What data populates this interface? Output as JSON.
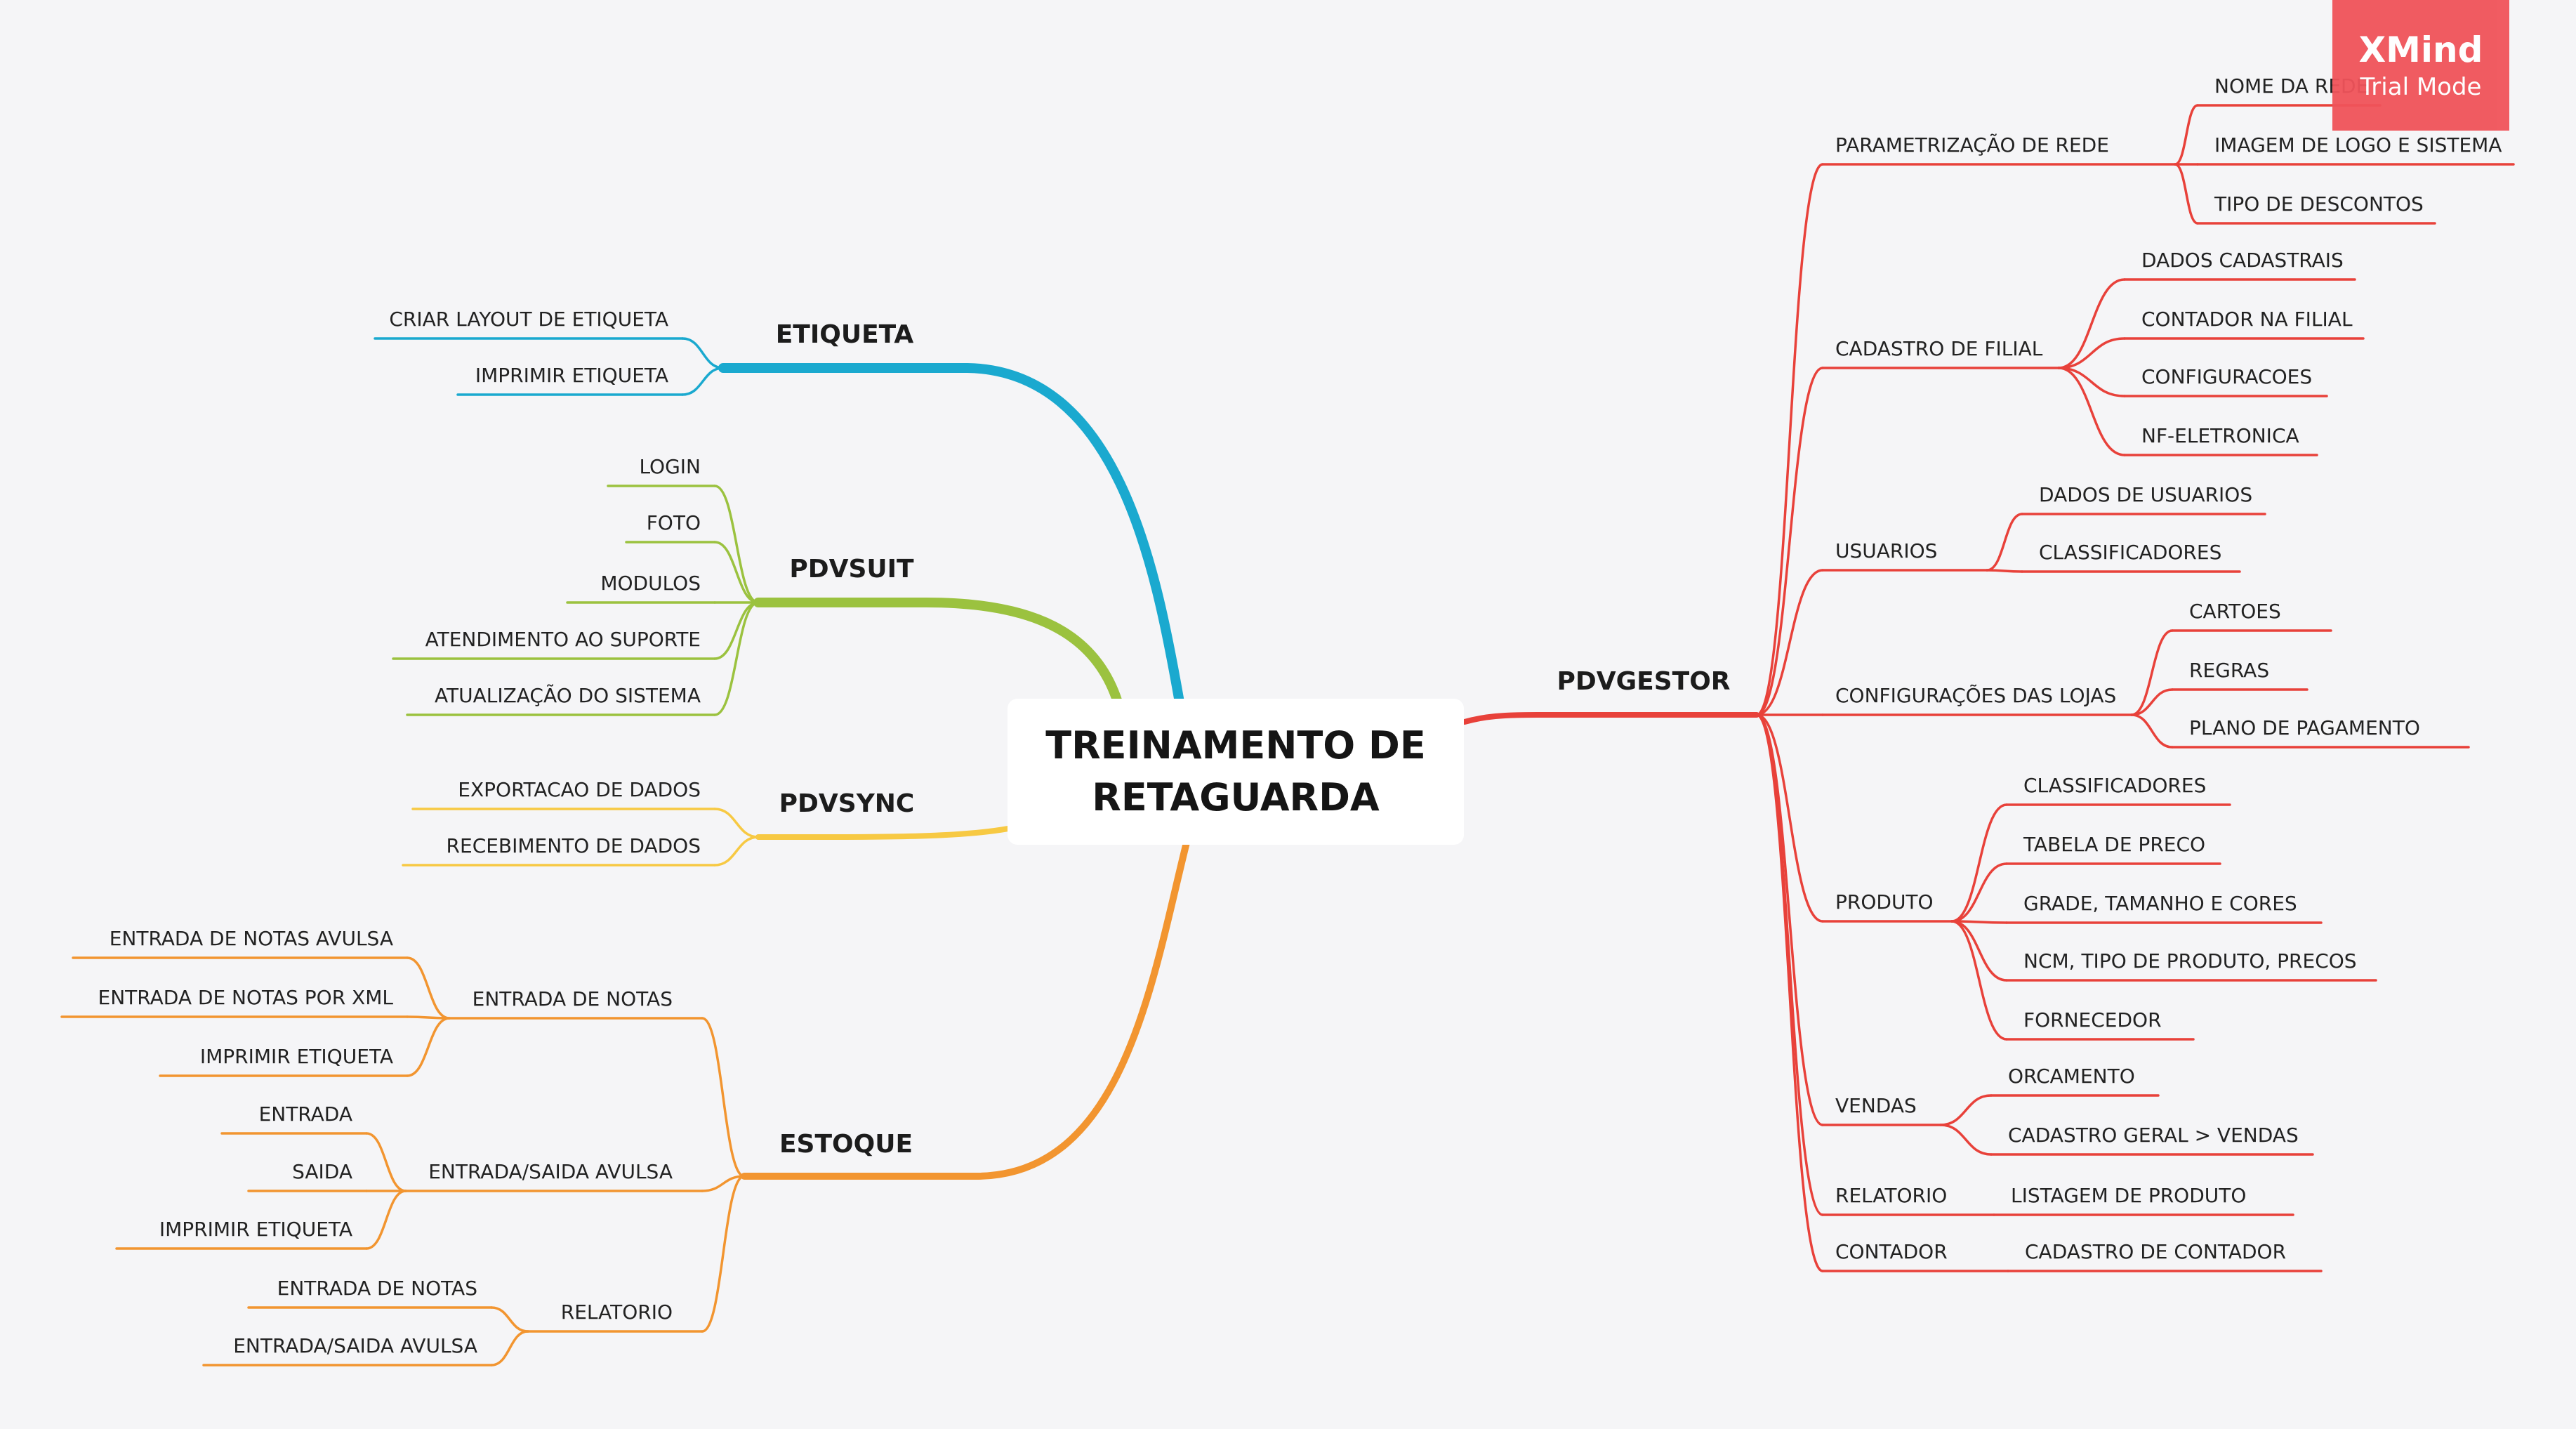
{
  "root": {
    "line1": "TREINAMENTO DE",
    "line2": "RETAGUARDA"
  },
  "watermark": {
    "brand": "XMind",
    "mode": "Trial Mode"
  },
  "colors": {
    "etiqueta": "#1aa9cf",
    "pdvsuit": "#9bc23f",
    "pdvsync": "#f7c943",
    "estoque": "#f29530",
    "pdvgestor": "#e8413a"
  },
  "branches": {
    "etiqueta": {
      "label": "ETIQUETA",
      "children": [
        "CRIAR LAYOUT DE ETIQUETA",
        "IMPRIMIR ETIQUETA"
      ]
    },
    "pdvsuit": {
      "label": "PDVSUIT",
      "children": [
        "LOGIN",
        "FOTO",
        "MODULOS",
        "ATENDIMENTO AO SUPORTE",
        "ATUALIZAÇÃO DO SISTEMA"
      ]
    },
    "pdvsync": {
      "label": "PDVSYNC",
      "children": [
        "EXPORTACAO DE DADOS",
        "RECEBIMENTO DE DADOS"
      ]
    },
    "estoque": {
      "label": "ESTOQUE",
      "groups": [
        {
          "label": "ENTRADA DE NOTAS",
          "children": [
            "ENTRADA DE NOTAS AVULSA",
            "ENTRADA DE NOTAS POR XML",
            "IMPRIMIR ETIQUETA"
          ]
        },
        {
          "label": "ENTRADA/SAIDA AVULSA",
          "children": [
            "ENTRADA",
            "SAIDA",
            "IMPRIMIR ETIQUETA"
          ]
        },
        {
          "label": "RELATORIO",
          "children": [
            "ENTRADA DE NOTAS",
            "ENTRADA/SAIDA AVULSA"
          ]
        }
      ]
    },
    "pdvgestor": {
      "label": "PDVGESTOR",
      "groups": [
        {
          "label": "PARAMETRIZAÇÃO DE REDE",
          "children": [
            "NOME DA REDE",
            "IMAGEM DE LOGO E SISTEMA",
            "TIPO DE DESCONTOS"
          ]
        },
        {
          "label": "CADASTRO DE FILIAL",
          "children": [
            "DADOS CADASTRAIS",
            "CONTADOR NA FILIAL",
            "CONFIGURACOES",
            "NF-ELETRONICA"
          ]
        },
        {
          "label": "USUARIOS",
          "children": [
            "DADOS DE USUARIOS",
            "CLASSIFICADORES"
          ]
        },
        {
          "label": "CONFIGURAÇÕES DAS LOJAS",
          "children": [
            "CARTOES",
            "REGRAS",
            "PLANO DE PAGAMENTO"
          ]
        },
        {
          "label": "PRODUTO",
          "children": [
            "CLASSIFICADORES",
            "TABELA DE PRECO",
            "GRADE, TAMANHO E CORES",
            "NCM, TIPO DE PRODUTO, PRECOS",
            "FORNECEDOR"
          ]
        },
        {
          "label": "VENDAS",
          "children": [
            "ORCAMENTO",
            "CADASTRO GERAL > VENDAS"
          ]
        },
        {
          "label": "RELATORIO",
          "children": [
            "LISTAGEM DE PRODUTO"
          ]
        },
        {
          "label": "CONTADOR",
          "children": [
            "CADASTRO DE CONTADOR"
          ]
        }
      ]
    }
  }
}
